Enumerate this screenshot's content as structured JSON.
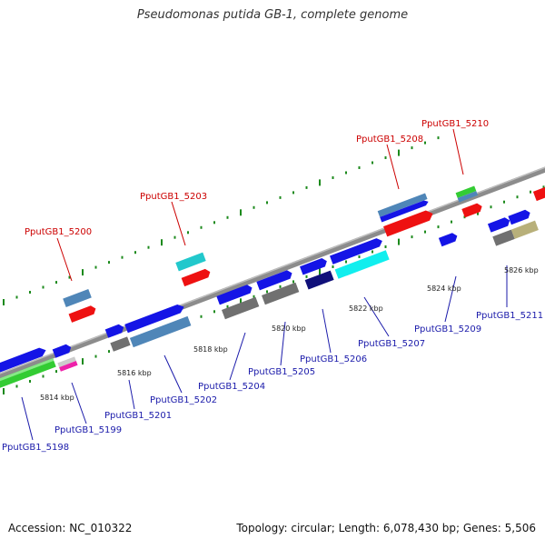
{
  "title": "Pseudomonas putida GB-1, complete genome",
  "footer": {
    "accession": "Accession: NC_010322",
    "topology": "Topology: circular; Length: 6,078,430 bp; Genes: 5,506"
  },
  "colors": {
    "backbone": "#8c8c8c",
    "tick": "#1c8a1c",
    "upper_label": "#cc0000",
    "lower_label": "#1a1aaa"
  },
  "scale_labels": [
    "5814 kbp",
    "5816 kbp",
    "5818 kbp",
    "5820 kbp",
    "5822 kbp",
    "5824 kbp",
    "5826 kbp"
  ],
  "gene_labels_upper": [
    "PputGB1_5200",
    "PputGB1_5203",
    "PputGB1_5208",
    "PputGB1_5210"
  ],
  "gene_labels_lower": [
    "PputGB1_5198",
    "PputGB1_5199",
    "PputGB1_5201",
    "PputGB1_5202",
    "PputGB1_5204",
    "PputGB1_5205",
    "PputGB1_5206",
    "PputGB1_5207",
    "PputGB1_5209",
    "PputGB1_5211"
  ]
}
